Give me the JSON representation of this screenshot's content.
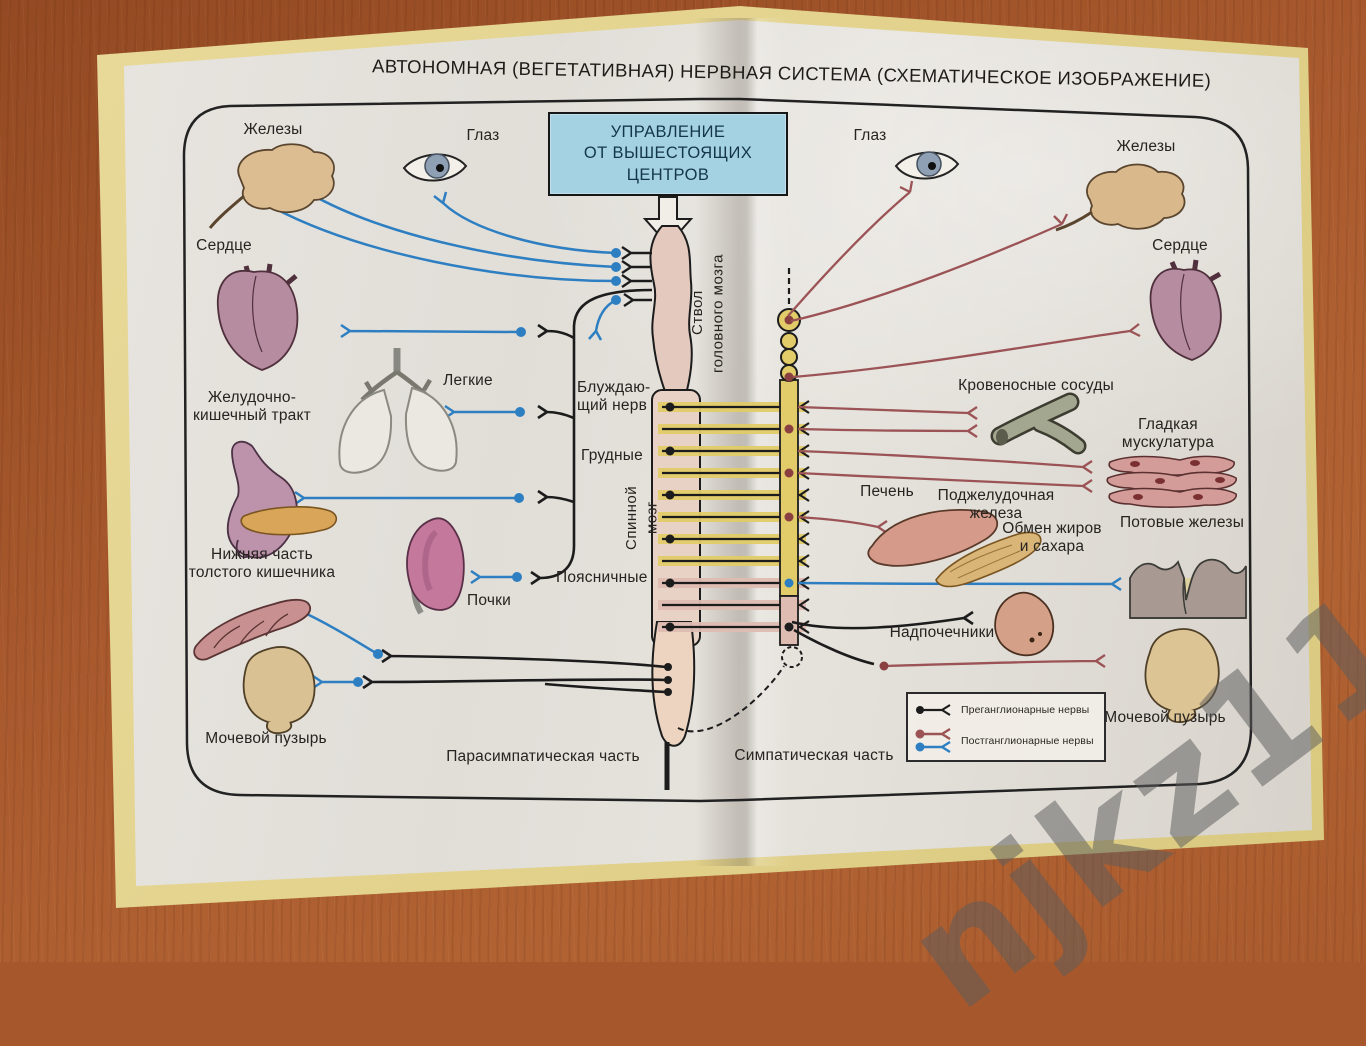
{
  "title": "АВТОНОМНАЯ (ВЕГЕТАТИВНАЯ)  НЕРВНАЯ СИСТЕМА  (СХЕМАТИЧЕСКОЕ  ИЗОБРАЖЕНИЕ)",
  "control_box": "УПРАВЛЕНИЕ\nОТ ВЫШЕСТОЯЩИХ\nЦЕНТРОВ",
  "left_column": {
    "glands": "Железы",
    "eye": "Глаз",
    "heart": "Сердце",
    "gi_tract": "Желудочно-\nкишечный тракт",
    "lungs": "Легкие",
    "lower_colon": "Нижняя часть\nтолстого кишечника",
    "kidneys": "Почки",
    "bladder": "Мочевой пузырь"
  },
  "center": {
    "brain_stem": "Ствол\nголовного мозга",
    "vagus_nerve": "Блуждаю-\nщий нерв",
    "thoracic": "Грудные",
    "spinal_cord": "Спинной\nмозг",
    "lumbar": "Поясничные",
    "parasympathetic_part": "Парасимпатическая часть",
    "sympathetic_part": "Симпатическая часть"
  },
  "right_column": {
    "eye": "Глаз",
    "glands": "Железы",
    "heart": "Сердце",
    "blood_vessels": "Кровеносные сосуды",
    "smooth_muscle": "Гладкая\nмускулатура",
    "liver": "Печень",
    "pancreas": "Поджелудочная\nжелеза",
    "fat_sugar_metabolism": "Обмен жиров\nи сахара",
    "sweat_glands": "Потовые железы",
    "adrenals": "Надпочечники",
    "bladder": "Мочевой пузырь"
  },
  "legend": {
    "preganglionic": "Преганглионарные нервы",
    "postganglionic": "Постганглионарные нервы"
  },
  "watermark": "njkz11",
  "colors": {
    "preganglionic_nerve": "#1c1c1c",
    "postganglionic_sympathetic": "#9b5355",
    "postganglionic_parasympathetic": "#2e7fc2",
    "control_box_fill": "#a5d2e3",
    "spinal_segment_yellow": "#e2cc69"
  }
}
